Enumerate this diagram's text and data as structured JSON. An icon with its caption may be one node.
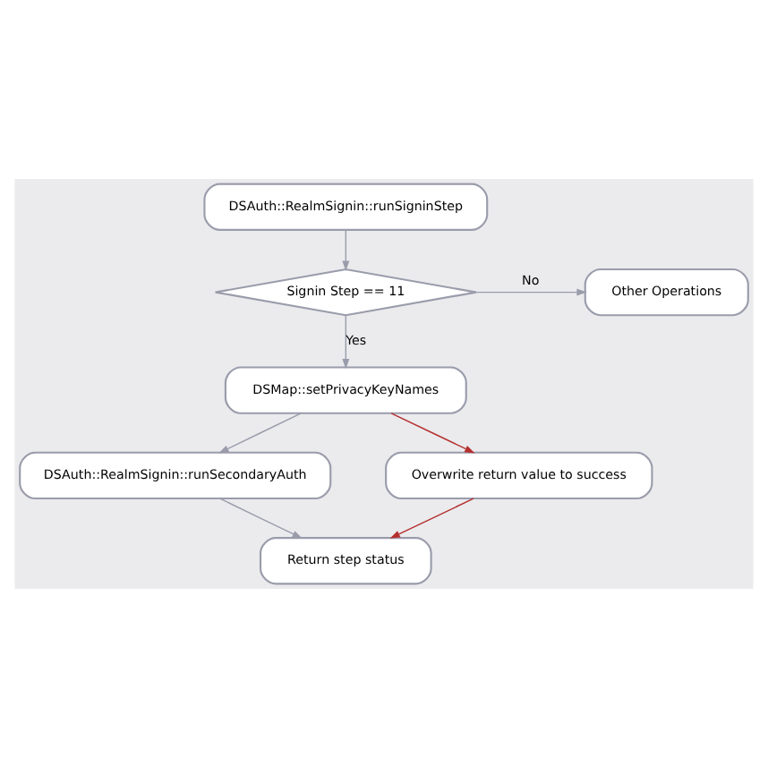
{
  "diagram": {
    "nodes": [
      {
        "text": [
          "DSAuth::RealmSignin::runSigninStep"
        ]
      },
      {
        "text": [
          "Signin Step == 11"
        ]
      },
      {
        "text": [
          "Other Operations"
        ]
      },
      {
        "text": [
          "DSMap::setPrivacyKeyNames"
        ]
      },
      {
        "text": [
          "DSAuth::RealmSignin::runSecondaryAuth"
        ]
      },
      {
        "text": [
          "Overwrite return value to success"
        ]
      },
      {
        "text": [
          "Return step status"
        ]
      }
    ],
    "edges": [
      {
        "from": 0,
        "to": 1,
        "arrow": "to"
      },
      {
        "from": 1,
        "to": 2,
        "label": "No",
        "arrow": "to"
      },
      {
        "from": 1,
        "to": 3,
        "label": "Yes",
        "arrow": "to"
      },
      {
        "from": 3,
        "to": 4,
        "arrow": "to"
      },
      {
        "from": 4,
        "to": 6,
        "arrow": "to"
      },
      {
        "from": 3,
        "to": 5,
        "arrow": "to",
        "color": "#b5302f"
      },
      {
        "from": 5,
        "to": 6,
        "arrow": "to",
        "color": "#b5302f"
      }
    ]
  }
}
